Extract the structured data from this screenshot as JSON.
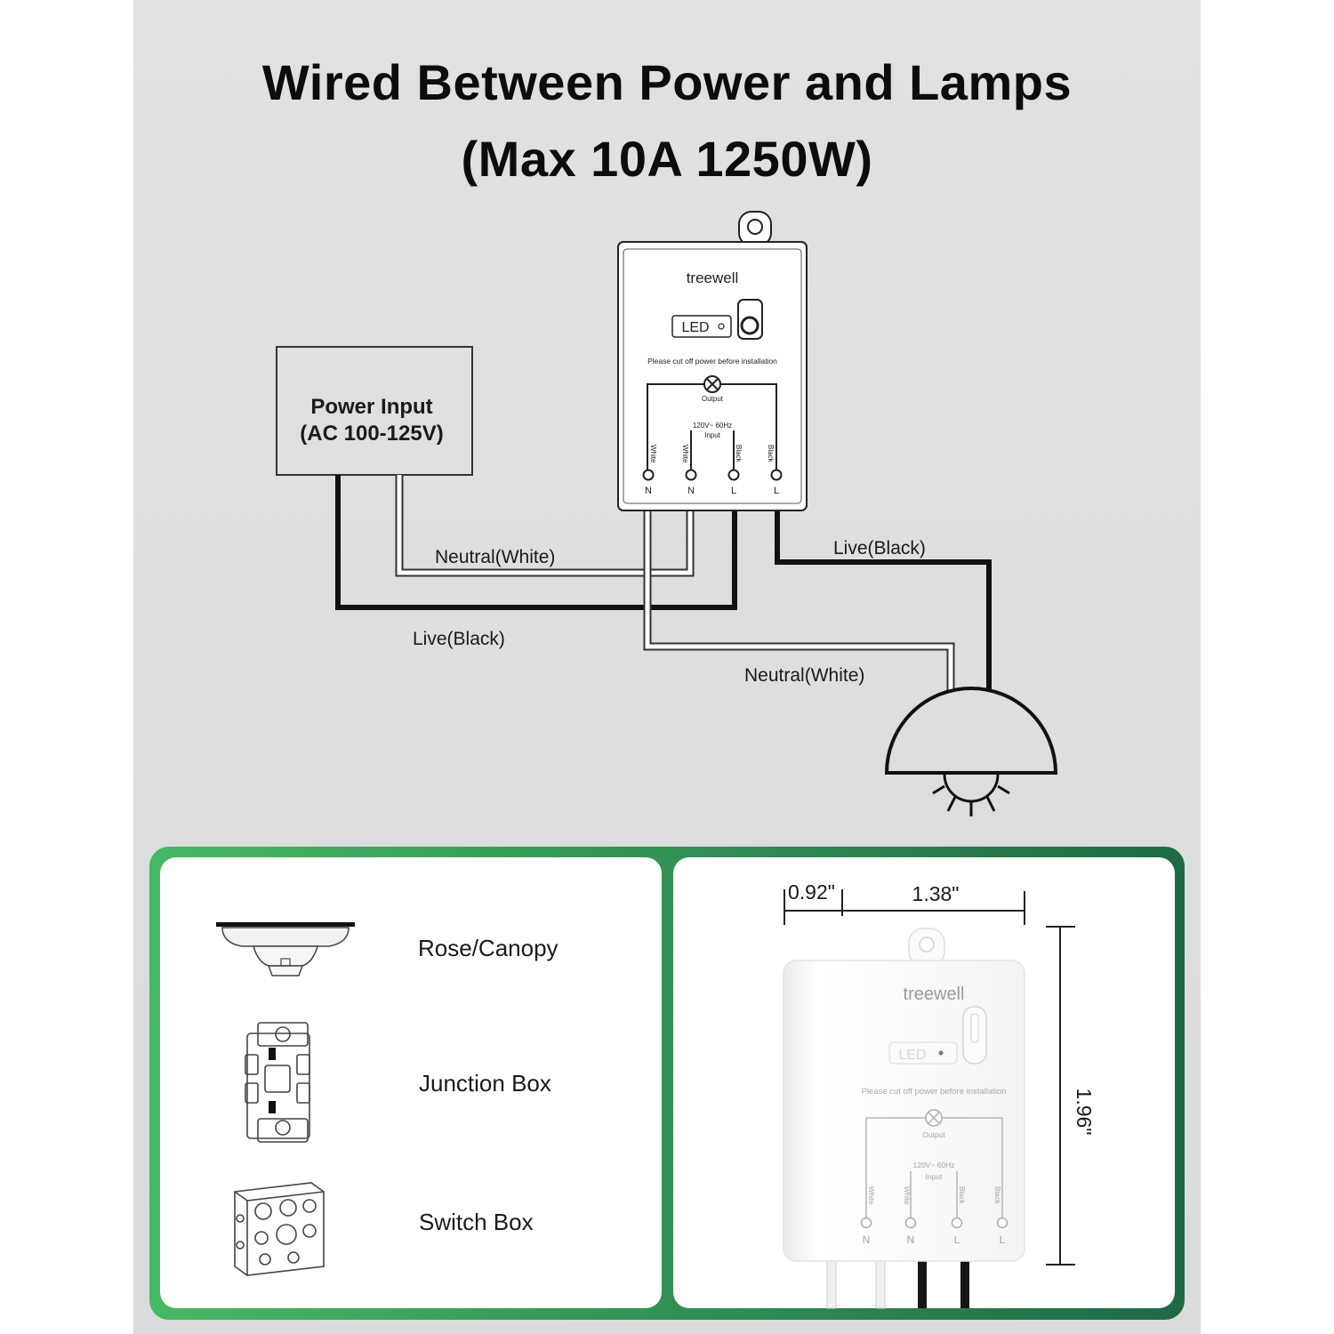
{
  "title": {
    "line1": "Wired Between Power and Lamps",
    "line2": "(Max 10A 1250W)"
  },
  "power_input": {
    "line1": "Power Input",
    "line2": "(AC 100-125V)"
  },
  "wire_labels": {
    "neutral_input": "Neutral(White)",
    "live_input": "Live(Black)",
    "live_output": "Live(Black)",
    "neutral_output": "Neutral(White)"
  },
  "device": {
    "brand": "treewell",
    "led_label": "LED",
    "warning": "Please cut off power before installation",
    "output_label": "Output",
    "input_spec": "120V~ 60Hz",
    "input_label": "Input",
    "wire_colors": [
      "White",
      "White",
      "Black",
      "Black"
    ],
    "terminals": [
      "N",
      "N",
      "L",
      "L"
    ]
  },
  "mounting_options": [
    {
      "label": "Rose/Canopy",
      "icon": "rose-canopy-icon"
    },
    {
      "label": "Junction Box",
      "icon": "junction-box-icon"
    },
    {
      "label": "Switch Box",
      "icon": "switch-box-icon"
    }
  ],
  "dimensions": {
    "depth": "0.92\"",
    "width": "1.38\"",
    "height": "1.96\""
  },
  "colors": {
    "background": "#dcdddd",
    "frame_green_light": "#47b864",
    "frame_green_dark": "#1f6a45",
    "wire_black": "#111111",
    "card_white": "#ffffff"
  }
}
